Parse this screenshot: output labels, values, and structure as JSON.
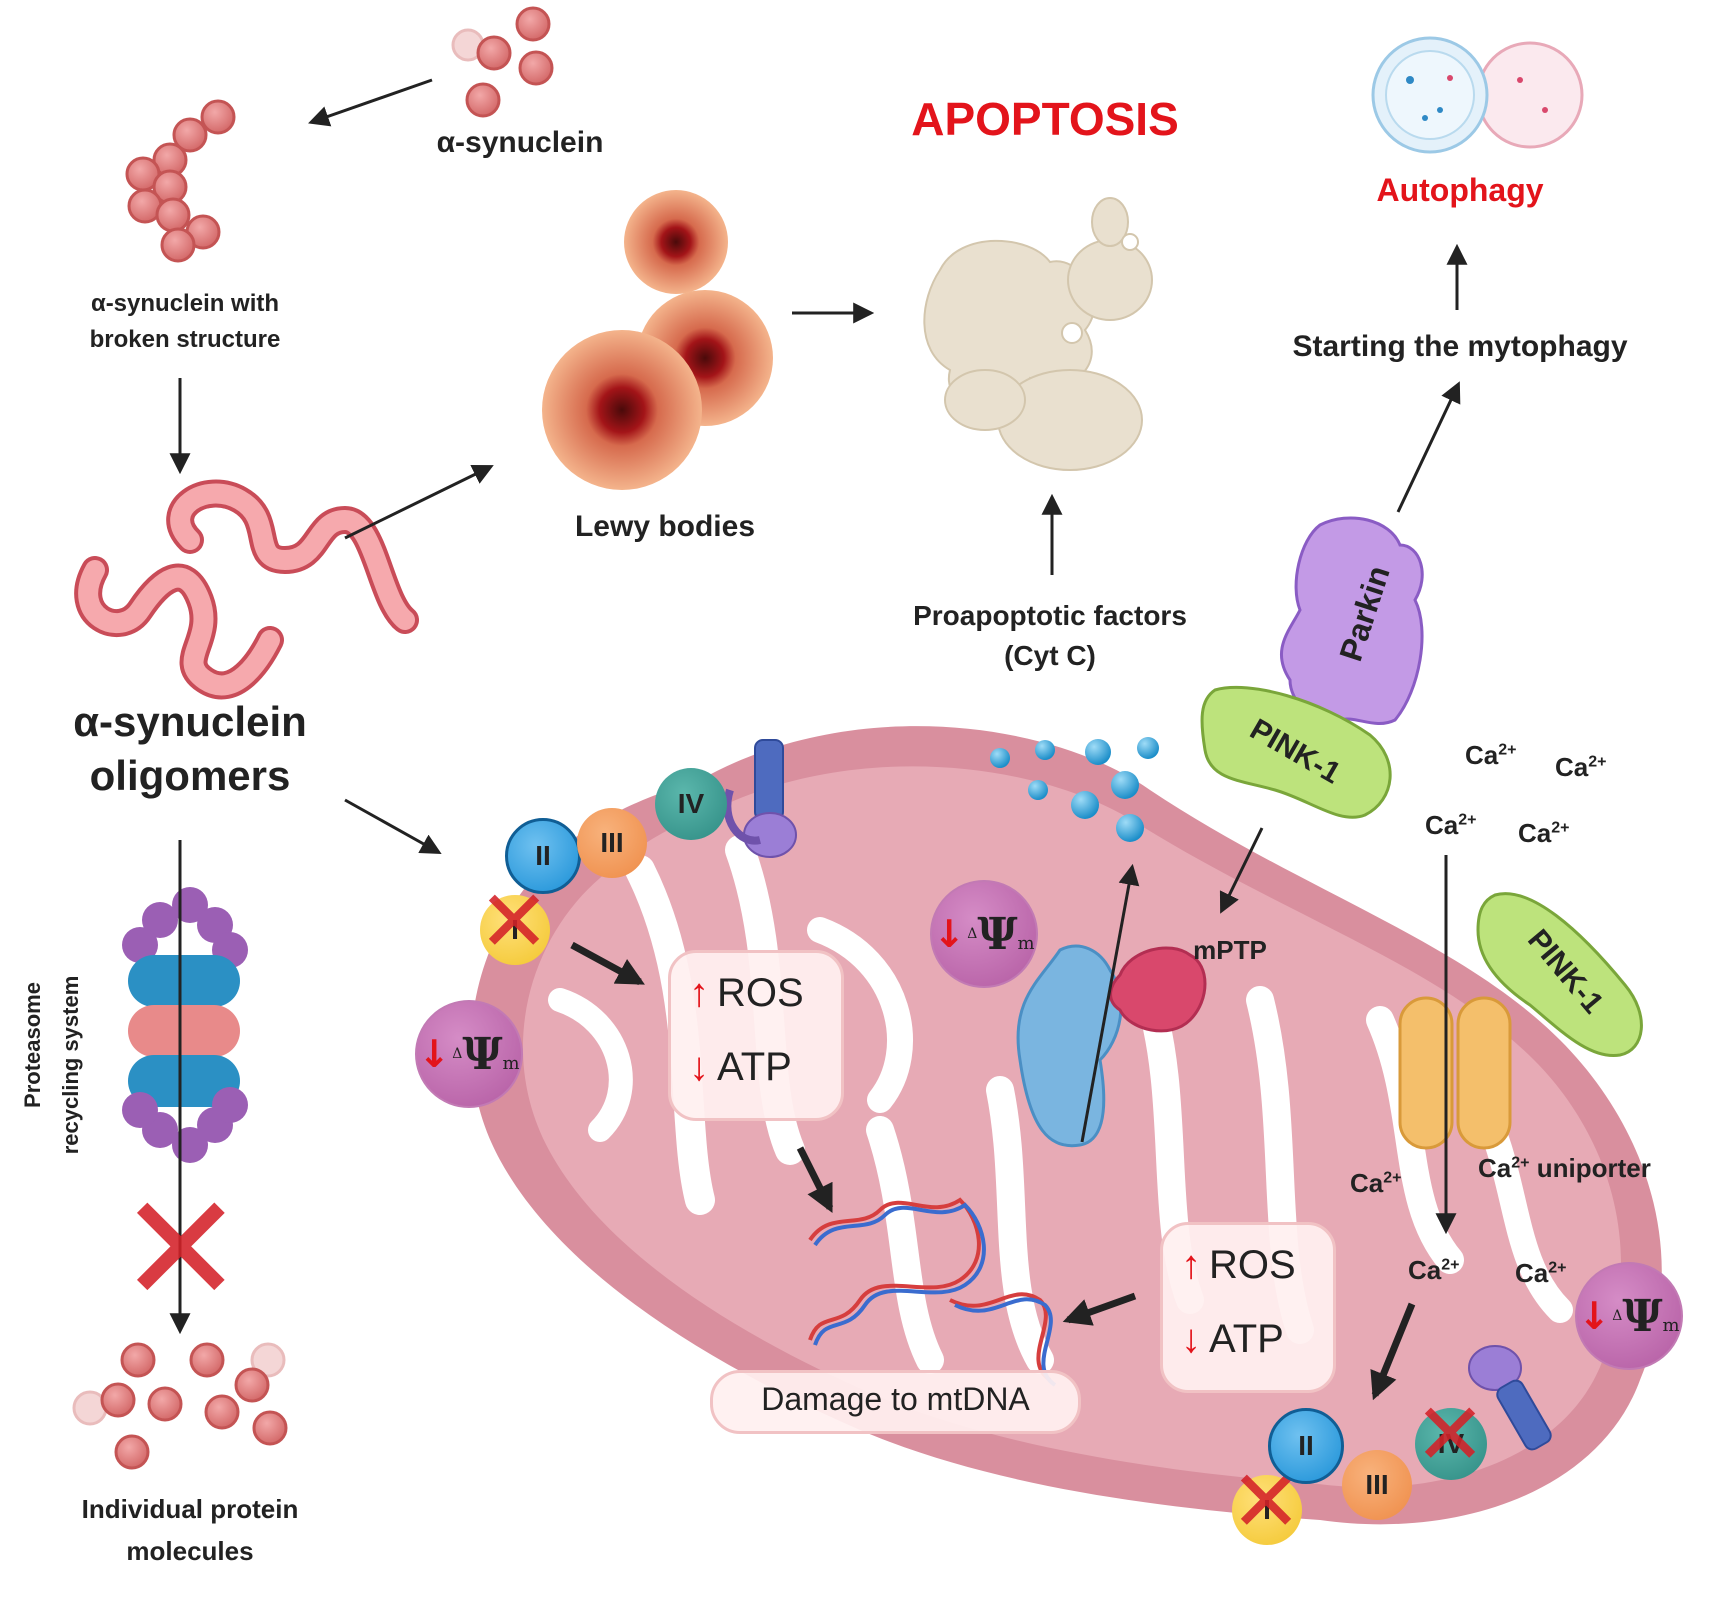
{
  "labels": {
    "alpha_synuclein": "α-synuclein",
    "broken_structure_l1": "α-synuclein with",
    "broken_structure_l2": "broken structure",
    "oligomers_l1": "α-synuclein",
    "oligomers_l2": "oligomers",
    "lewy_bodies": "Lewy bodies",
    "apoptosis": "APOPTOSIS",
    "autophagy": "Autophagy",
    "starting_mitophagy": "Starting the mytophagy",
    "proapoptotic_l1": "Proapoptotic factors",
    "proapoptotic_l2": "(Cyt C)",
    "parkin": "Parkin",
    "pink1": "PINK-1",
    "mptp": "mPTP",
    "uniporter": "uniporter",
    "proteasome_l1": "Proteasome",
    "proteasome_l2": "recycling system",
    "individual_l1": "Individual protein",
    "individual_l2": "molecules",
    "damage_mtdna": "Damage to mtDNA",
    "ros": "ROS",
    "atp": "ATP",
    "ca": "Ca",
    "ca_charge": "2+"
  },
  "complexes": {
    "c1": "I",
    "c2": "II",
    "c3": "III",
    "c4": "IV"
  },
  "psi": {
    "delta": "Δ",
    "psi": "Ψ",
    "sub": "m"
  },
  "colors": {
    "highlight_red": "#e3141b",
    "mito_outer": "#d98f9e",
    "mito_inner": "#e7aab5",
    "complex_I": "#f2c52b",
    "complex_II": "#1a8fd6",
    "complex_III": "#ee8a45",
    "complex_IV": "#2d8a82",
    "pink1": "#bde37c",
    "parkin": "#c39ae6",
    "psi_circle": "#c06eb1",
    "channel": "#f4bf6b",
    "mptp": "#d9486c",
    "transporter": "#7ab5e0"
  }
}
